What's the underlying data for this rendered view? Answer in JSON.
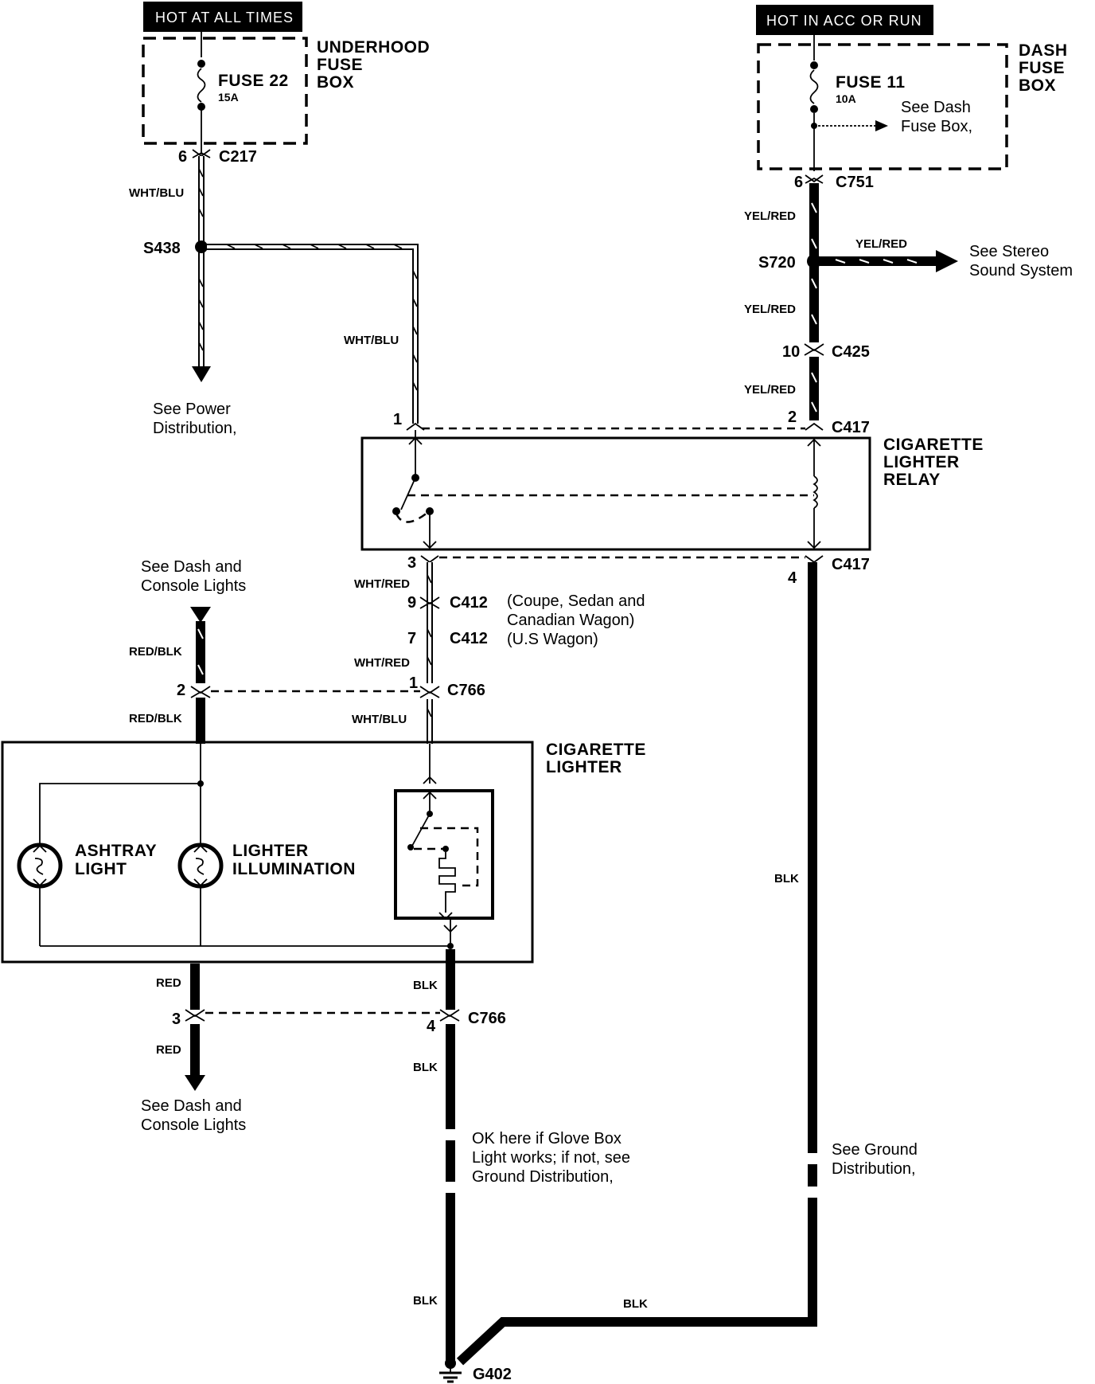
{
  "banners": {
    "left": "HOT AT ALL TIMES",
    "right": "HOT IN ACC OR RUN"
  },
  "fuse_boxes": {
    "underhood": {
      "title_lines": [
        "UNDERHOOD",
        "FUSE",
        "BOX"
      ],
      "fuse_name": "FUSE  22",
      "fuse_rating": "15A"
    },
    "dash": {
      "title_lines": [
        "DASH",
        "FUSE",
        "BOX"
      ],
      "fuse_name": "FUSE  11",
      "fuse_rating": "10A",
      "note_lines": [
        "See Dash",
        "Fuse Box,"
      ]
    }
  },
  "connectors": {
    "c217": "C217",
    "c751": "C751",
    "c425": "C425",
    "c417_top": "C417",
    "c417_bottom": "C417",
    "c412_a": "C412",
    "c412_b": "C412",
    "c766_top": "C766",
    "c766_bottom": "C766",
    "g402": "G402"
  },
  "splices": {
    "s438": "S438",
    "s720": "S720"
  },
  "pins": {
    "c217_pin": "6",
    "c751_pin": "6",
    "c425_pin": "10",
    "c417_pin1": "1",
    "c417_pin2": "2",
    "c417_pin3": "3",
    "c417_pin4": "4",
    "c412_pin9": "9",
    "c412_pin7": "7",
    "c766_pin1": "1",
    "c766_pin2": "2",
    "c766_pin3": "3",
    "c766_pin4": "4"
  },
  "wire_labels": {
    "w1": "WHT/BLU",
    "w2": "WHT/BLU",
    "w3": "YEL/RED",
    "w4": "YEL/RED",
    "w5": "YEL/RED",
    "w6": "YEL/RED",
    "w7": "WHT/RED",
    "w8": "WHT/RED",
    "w9": "WHT/BLU",
    "w10": "RED/BLK",
    "w11": "RED/BLK",
    "w12": "RED",
    "w13": "RED",
    "w14": "BLK",
    "w15": "BLK",
    "w16": "BLK",
    "w17": "BLK",
    "w18": "BLK"
  },
  "components": {
    "relay_lines": [
      "CIGARETTE",
      "LIGHTER",
      "RELAY"
    ],
    "lighter_lines": [
      "CIGARETTE",
      "LIGHTER"
    ],
    "ashtray_lines": [
      "ASHTRAY",
      "LIGHT"
    ],
    "illum_lines": [
      "LIGHTER",
      "ILLUMINATION"
    ]
  },
  "notes": {
    "power_dist": [
      "See Power",
      "Distribution,"
    ],
    "stereo": [
      "See Stereo",
      "Sound System"
    ],
    "dash_lights_top": [
      "See Dash and",
      "Console Lights"
    ],
    "dash_lights_bottom": [
      "See Dash and",
      "Console Lights"
    ],
    "c412_variant_a": [
      "(Coupe, Sedan and",
      "Canadian Wagon)"
    ],
    "c412_variant_b": "(U.S Wagon)",
    "glove_box": [
      "OK here if Glove Box",
      "Light works; if not, see",
      "Ground Distribution,"
    ],
    "ground_dist": [
      "See Ground",
      "Distribution,"
    ]
  }
}
